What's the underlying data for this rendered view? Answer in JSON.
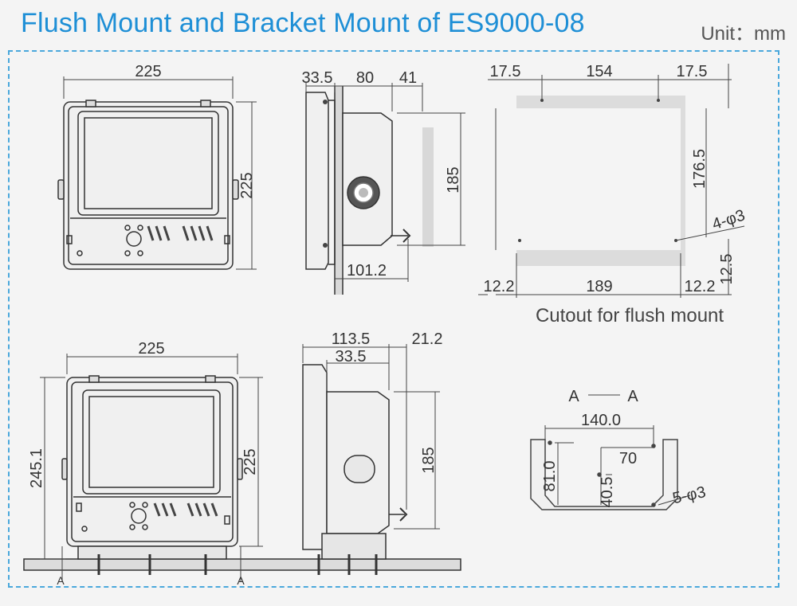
{
  "header": {
    "title": "Flush Mount and Bracket Mount of ES9000-08",
    "unit": "Unit：mm"
  },
  "flush_front": {
    "width": "225",
    "height": "225"
  },
  "flush_side": {
    "d1": "33.5",
    "d2": "80",
    "d3": "41",
    "height": "185",
    "bottom": "101.2"
  },
  "cutout": {
    "top_left": "17.5",
    "top_mid": "154",
    "top_right": "17.5",
    "height": "176.5",
    "holes": "4-φ3",
    "corner": "12.5",
    "bottom_left": "12.2",
    "bottom_mid": "189",
    "bottom_right": "12.2",
    "caption": "Cutout for flush mount"
  },
  "bracket_front": {
    "width": "225",
    "total_height": "245.1",
    "height": "225",
    "section_left": "A",
    "section_right": "A"
  },
  "bracket_side": {
    "d1": "113.5",
    "d2": "33.5",
    "d3": "21.2",
    "height": "185"
  },
  "section_aa": {
    "title_left": "A",
    "title_right": "A",
    "width": "140.0",
    "h81": "81.0",
    "w70": "70",
    "h40": "40.5",
    "holes": "5-φ3"
  }
}
